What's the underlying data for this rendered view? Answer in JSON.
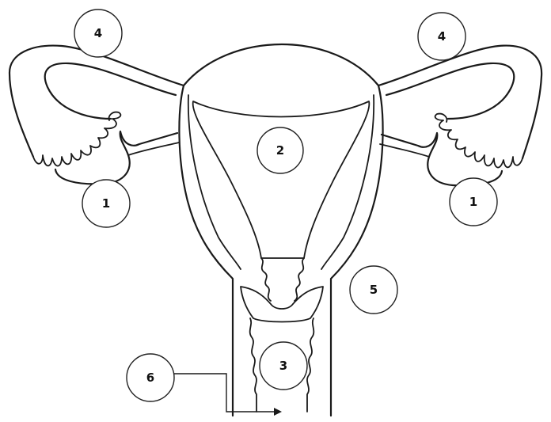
{
  "labels": {
    "ovary_left": "1",
    "ovary_right": "1",
    "uterus_cavity": "2",
    "vagina": "3",
    "tube_left": "4",
    "tube_right": "4",
    "uterine_wall": "5",
    "vaginal_opening": "6"
  },
  "colors": {
    "line": "#1a1a1a",
    "background": "#ffffff"
  }
}
